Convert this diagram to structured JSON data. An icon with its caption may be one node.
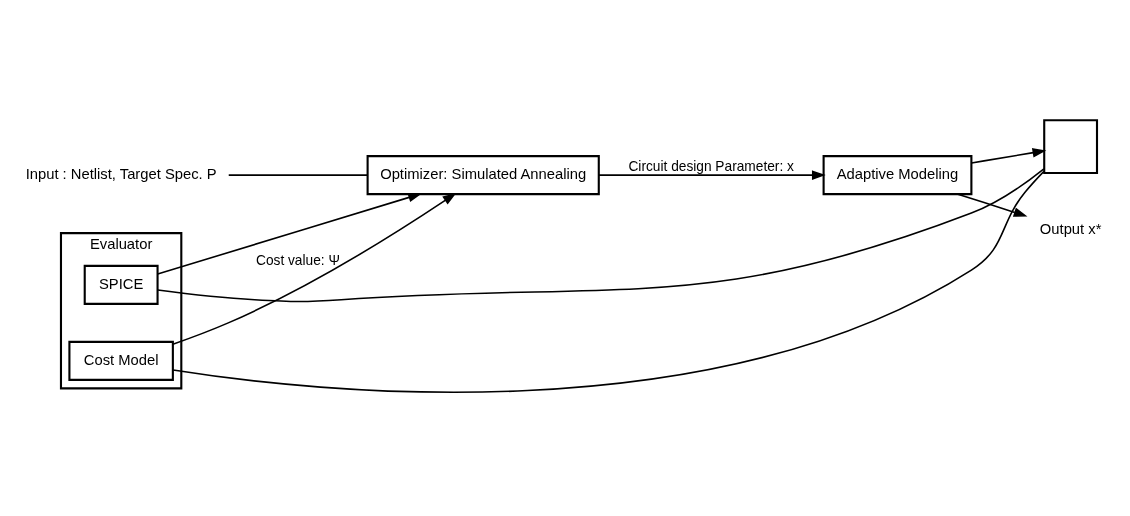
{
  "diagram": {
    "nodes": [
      {
        "text": [
          "Input : Netlist, Target Spec. P"
        ]
      },
      {
        "text": [
          "Optimizer: Simulated Annealing"
        ]
      },
      {
        "text": [
          "Adaptive Modeling"
        ]
      },
      {
        "text": [
          "Evaluator"
        ]
      },
      {
        "text": [
          "SPICE"
        ],
        "in": 3
      },
      {
        "text": [
          "Cost Model"
        ],
        "in": 3
      },
      {
        "text": [],
        "shape": "box"
      },
      {
        "text": [
          "Output x*"
        ]
      }
    ],
    "edges": [
      {
        "from": 0,
        "to": 1,
        "arrow": "none"
      },
      {
        "from": 1,
        "to": 2,
        "arrow": "to",
        "label": "Circuit design Parameter: x"
      },
      {
        "from": 2,
        "to": 7,
        "arrow": "to"
      },
      {
        "from": 2,
        "to": 6,
        "arrow": "to"
      },
      {
        "from": 6,
        "to": 4,
        "arrow": "none"
      },
      {
        "from": 6,
        "to": 5,
        "arrow": "none"
      },
      {
        "from": 4,
        "to": 1,
        "arrow": "to"
      },
      {
        "from": 5,
        "to": 1,
        "arrow": "to",
        "label": "Cost value: Ψ"
      }
    ]
  }
}
